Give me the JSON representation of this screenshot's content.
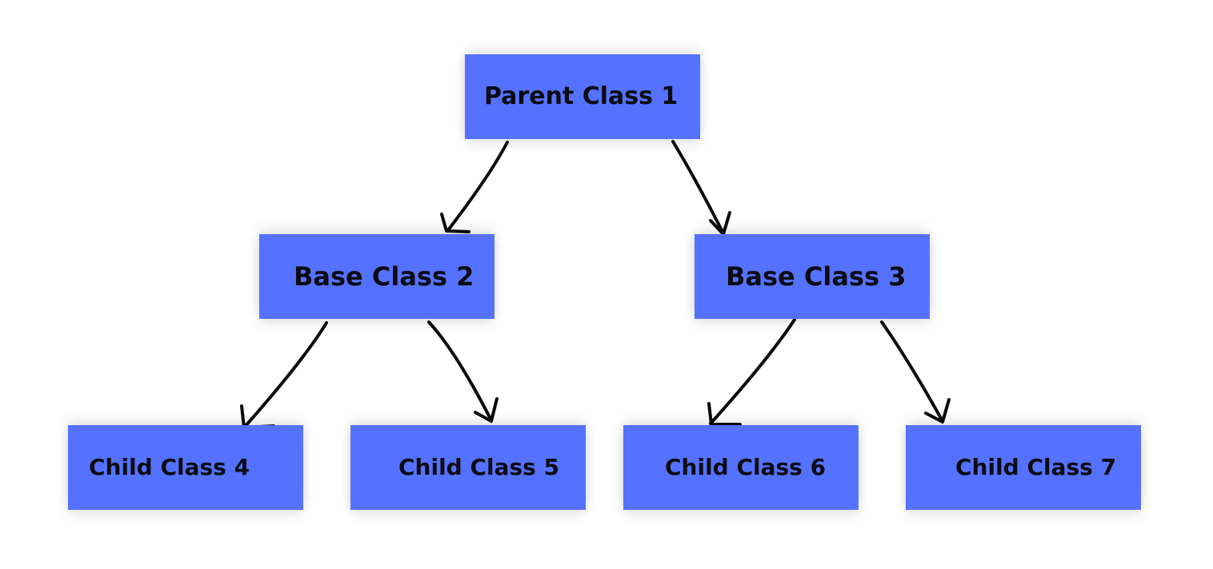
{
  "nodes": {
    "parent_class_1": "Parent Class 1",
    "base_class_2": "Base Class 2",
    "base_class_3": "Base Class 3",
    "child_class_4": "Child Class 4",
    "child_class_5": "Child Class 5",
    "child_class_6": "Child Class 6",
    "child_class_7": "Child Class 7"
  },
  "edges": [
    {
      "from": "parent_class_1",
      "to": "base_class_2"
    },
    {
      "from": "parent_class_1",
      "to": "base_class_3"
    },
    {
      "from": "base_class_2",
      "to": "child_class_4"
    },
    {
      "from": "base_class_2",
      "to": "child_class_5"
    },
    {
      "from": "base_class_3",
      "to": "child_class_6"
    },
    {
      "from": "base_class_3",
      "to": "child_class_7"
    }
  ],
  "colors": {
    "node_fill": "#5472ff",
    "node_text": "#0b0b12",
    "arrow": "#0a0a0a"
  }
}
